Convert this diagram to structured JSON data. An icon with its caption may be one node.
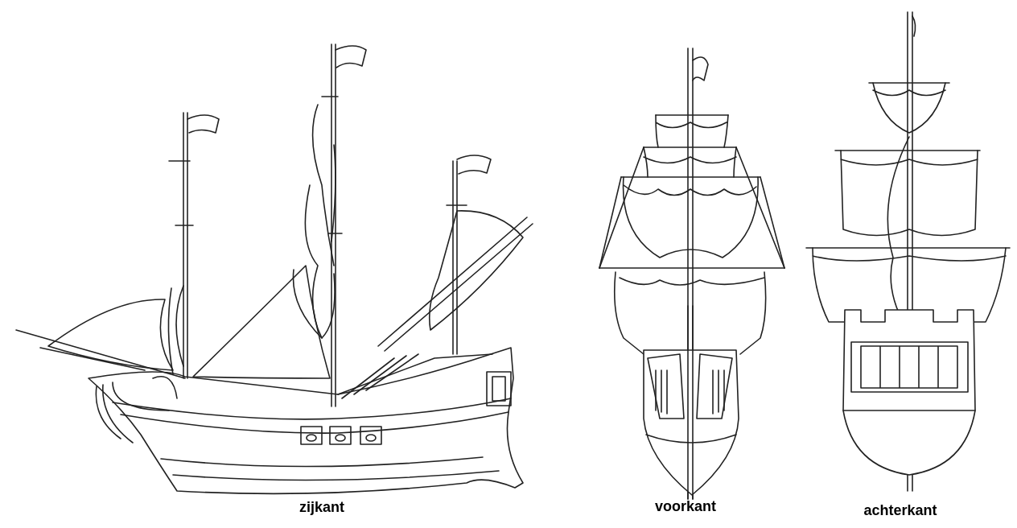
{
  "diagram": {
    "labels": [
      "zijkant",
      "voorkant",
      "achterkant"
    ]
  }
}
